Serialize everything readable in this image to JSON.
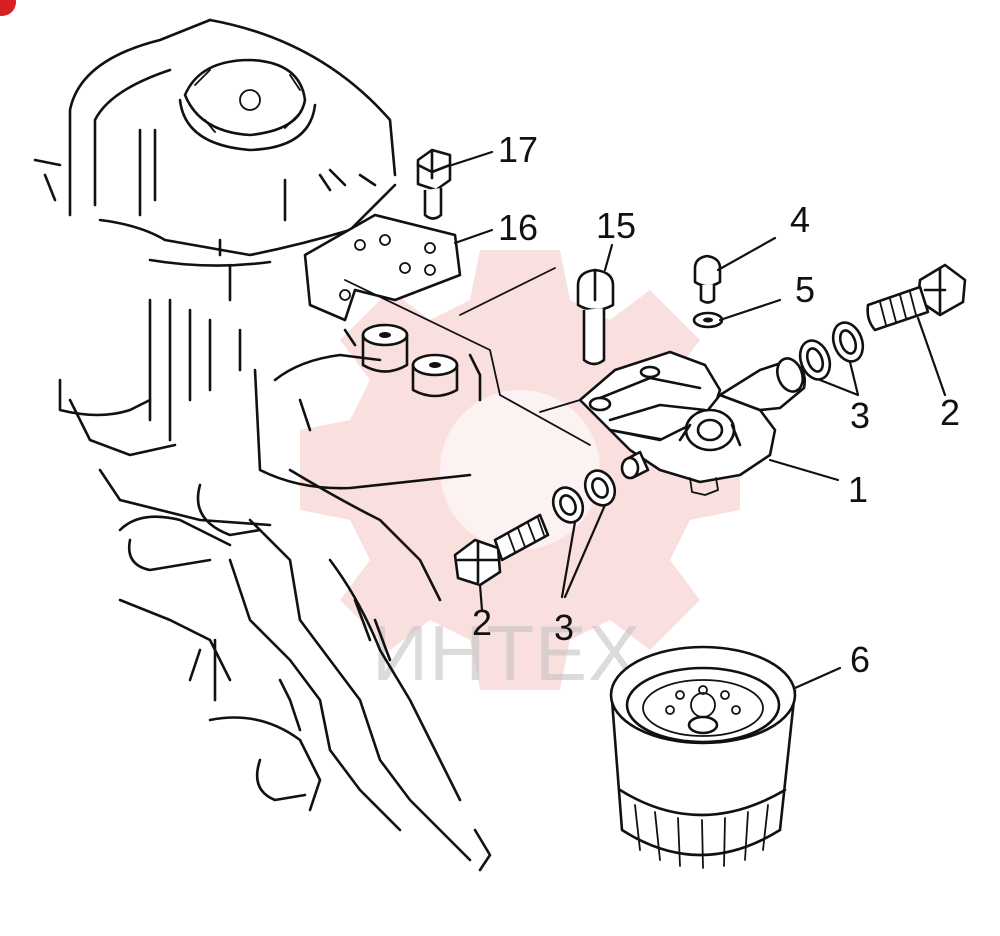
{
  "watermark": {
    "text": "ИНТЕХ",
    "color": "#e44c4c"
  },
  "callouts": [
    {
      "id": "c1",
      "label": "1"
    },
    {
      "id": "c2a",
      "label": "2"
    },
    {
      "id": "c2b",
      "label": "2"
    },
    {
      "id": "c3a",
      "label": "3"
    },
    {
      "id": "c3b",
      "label": "3"
    },
    {
      "id": "c4",
      "label": "4"
    },
    {
      "id": "c5",
      "label": "5"
    },
    {
      "id": "c6",
      "label": "6"
    },
    {
      "id": "c15",
      "label": "15"
    },
    {
      "id": "c16",
      "label": "16"
    },
    {
      "id": "c17",
      "label": "17"
    }
  ],
  "parts": {
    "oil_filter_head": "oil-filter-head",
    "banjo_bolt": "banjo-bolt",
    "sealing_washer": "sealing-washer",
    "bolt": "bolt",
    "washer": "washer",
    "oil_filter_cartridge": "oil-filter-cartridge",
    "mounting_bracket": "mounting-bracket",
    "engine_block": "engine-block"
  }
}
